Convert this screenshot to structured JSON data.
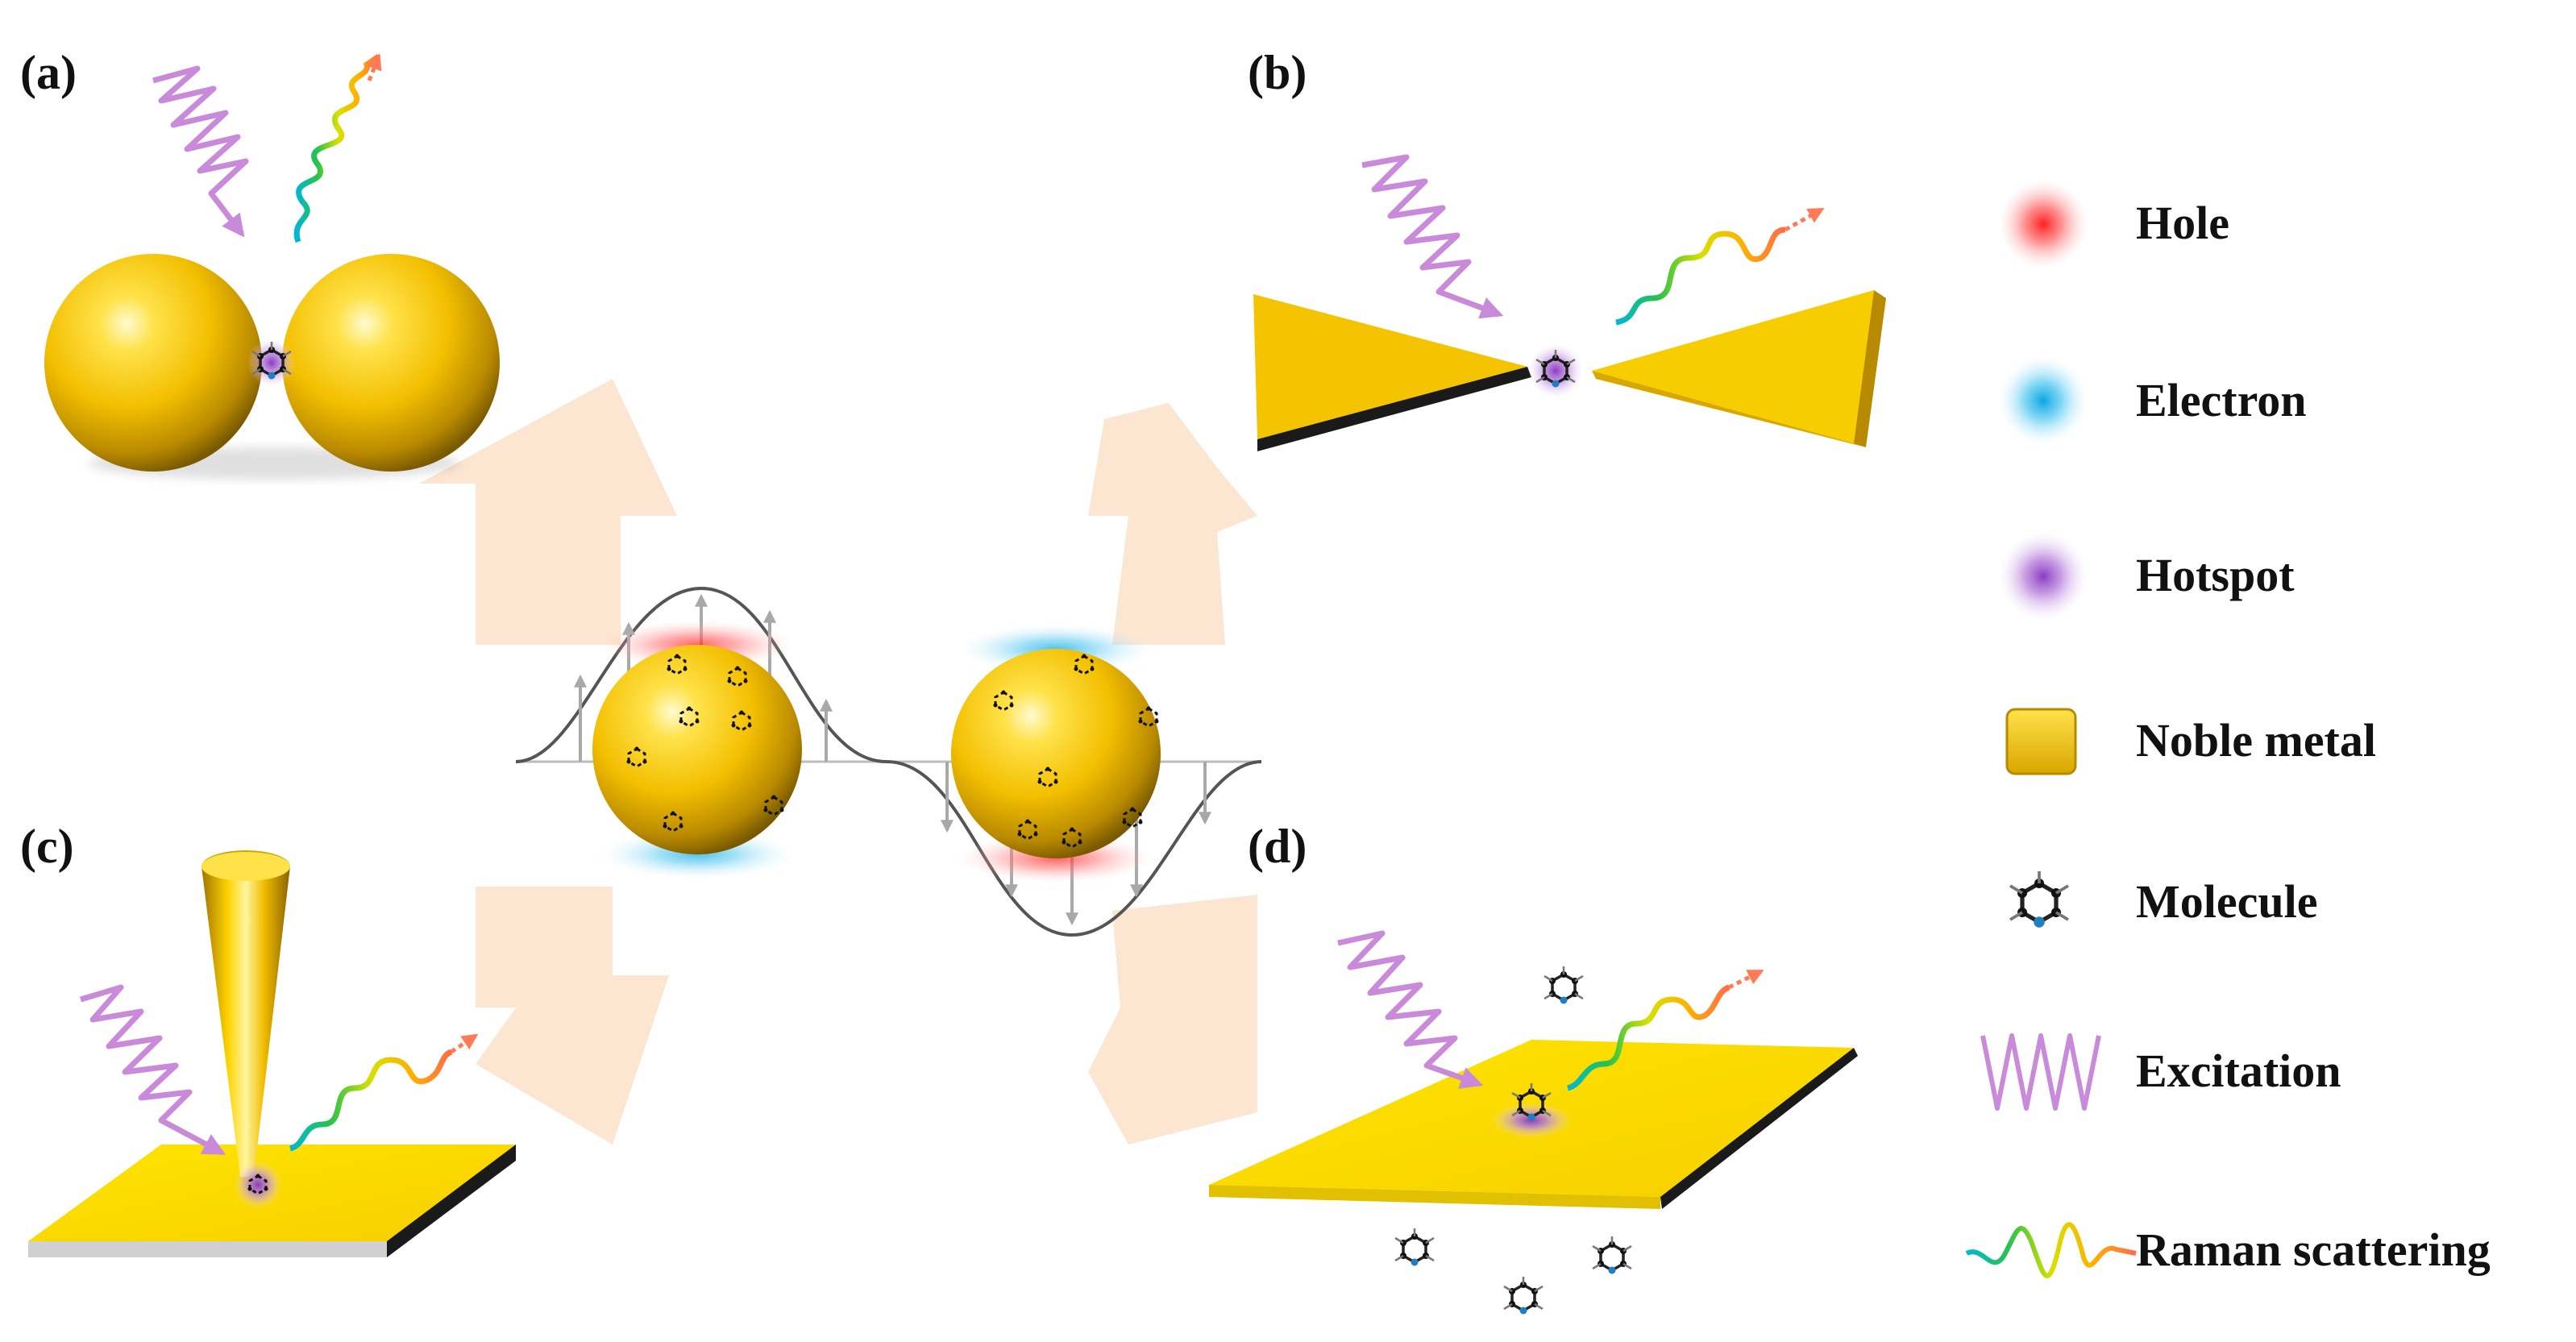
{
  "panels": {
    "a": "(a)",
    "b": "(b)",
    "c": "(c)",
    "d": "(d)"
  },
  "legend": {
    "hole": "Hole",
    "electron": "Electron",
    "hotspot": "Hotspot",
    "noble_metal": "Noble metal",
    "molecule": "Molecule",
    "excitation": "Excitation",
    "raman": "Raman scattering"
  },
  "colors": {
    "gold": "#f5c400",
    "gold_dark": "#a07800",
    "gold_light": "#fff27a",
    "hole": "#ff3b3b",
    "electron": "#18b4e8",
    "hotspot": "#9a4fc9",
    "excitation": "#c98ad9",
    "arrow_peach": "#fde3cc"
  }
}
